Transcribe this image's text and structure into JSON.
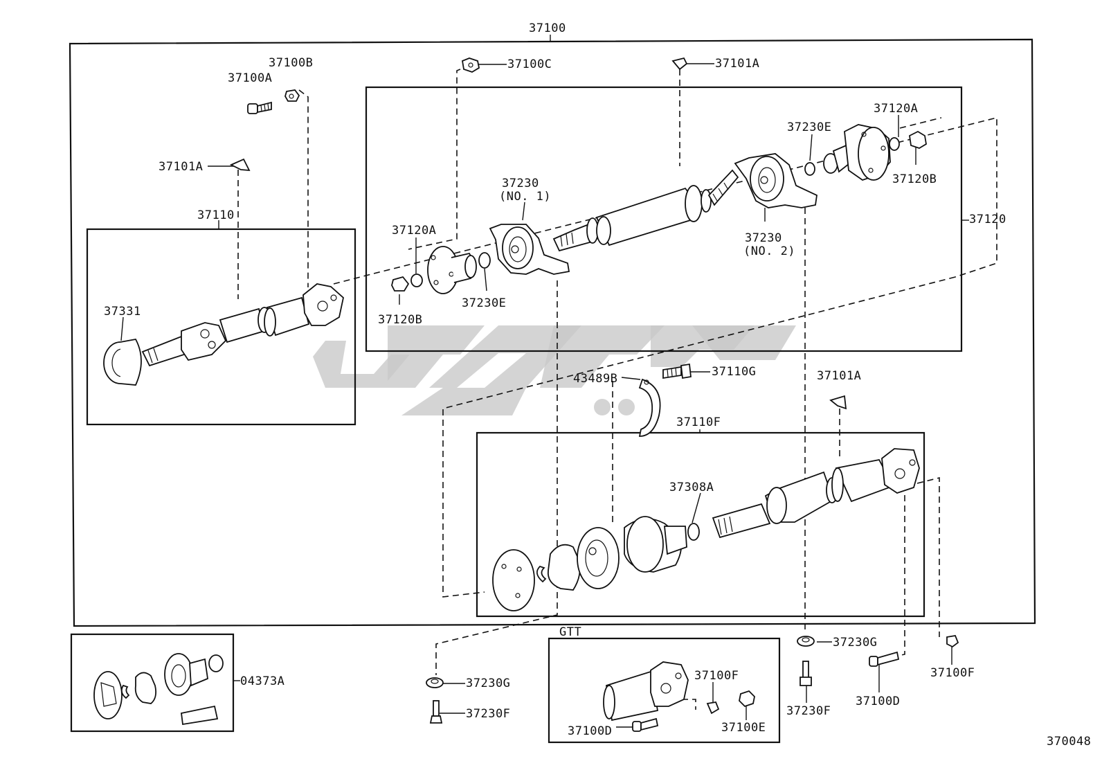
{
  "diagram": {
    "drawing_number": "370048",
    "labels": {
      "assembly_main": "37100",
      "bolt_a": "37100A",
      "nut_b": "37100B",
      "nut_c": "37100C",
      "clip_a_top": "37101A",
      "clip_a_left": "37101A",
      "clip_a_right": "37101A",
      "front_shaft": "37110",
      "bearing_seal": "37331",
      "center_assy": "37120",
      "washer_a_left": "37120A",
      "nut_b_left": "37120B",
      "washer_a_right": "37120A",
      "nut_b_right": "37120B",
      "support_no1_num": "37230",
      "support_no1_sub": "(NO. 1)",
      "support_no2_num": "37230",
      "support_no2_sub": "(NO. 2)",
      "spacer_e_left": "37230E",
      "spacer_e_right": "37230E",
      "ring_b": "43489B",
      "bolt_g": "37110G",
      "rear_shaft": "37110F",
      "boot_a": "37308A",
      "repair_kit": "04373A",
      "washer_g_left": "37230G",
      "bolt_f_left": "37230F",
      "washer_g_right": "37230G",
      "bolt_f_right": "37230F",
      "bolt_d_right": "37100D",
      "nut_f_right": "37100F",
      "gtt_title": "GTT",
      "gtt_nut_f": "37100F",
      "gtt_bolt_d": "37100D",
      "gtt_nut_e": "37100E"
    }
  }
}
